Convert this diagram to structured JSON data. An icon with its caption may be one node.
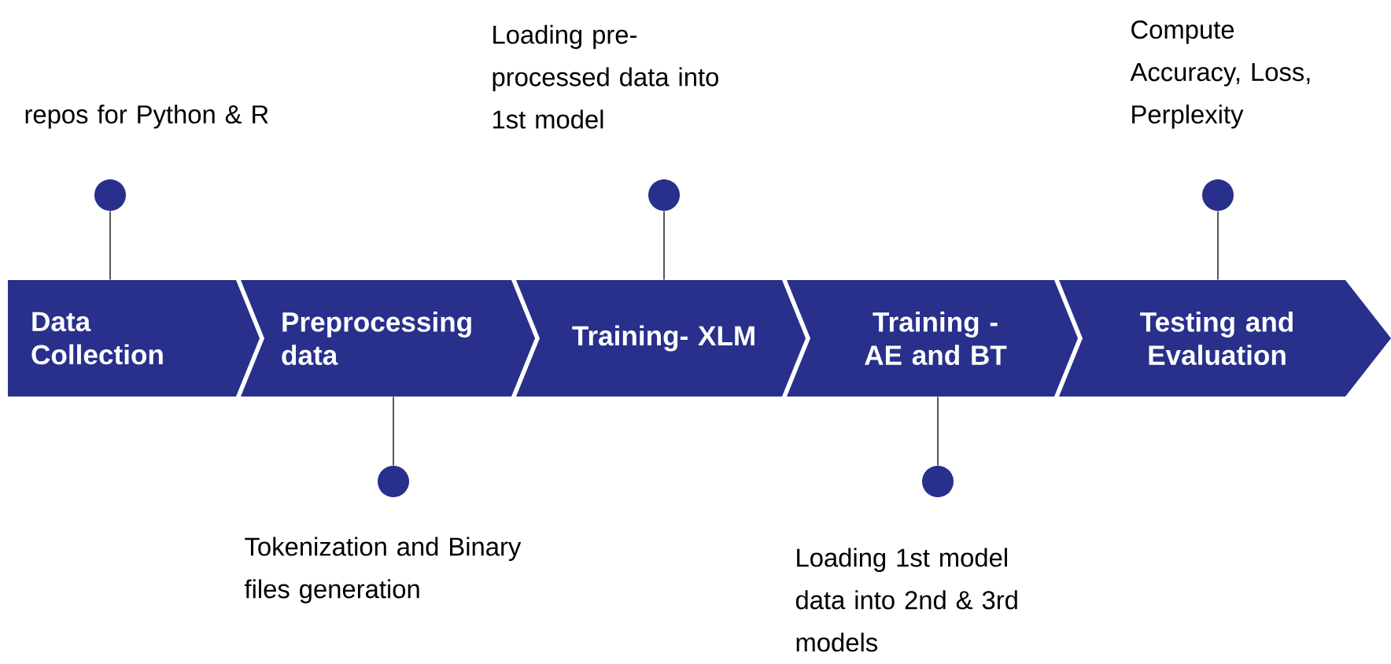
{
  "diagram": {
    "nodes": [
      {
        "text": [
          "Data Collection"
        ]
      },
      {
        "text": [
          "Preprocessing data"
        ]
      },
      {
        "text": [
          "Training- XLM"
        ]
      },
      {
        "text": [
          "Training - AE and BT"
        ]
      },
      {
        "text": [
          "Testing and Evaluation"
        ]
      },
      {
        "text": [],
        "shape": "circle",
        "beside": [
          "repos for Python & R"
        ]
      },
      {
        "text": [],
        "shape": "circle",
        "beside": [
          "Tokenization and Binary files generation"
        ]
      },
      {
        "text": [],
        "shape": "circle",
        "beside": [
          "Loading pre-processed data into 1st model"
        ]
      },
      {
        "text": [],
        "shape": "circle",
        "beside": [
          "Loading 1st model data into 2nd & 3rd models"
        ]
      },
      {
        "text": [],
        "shape": "circle",
        "beside": [
          "Compute Accuracy, Loss, Perplexity"
        ]
      }
    ],
    "edges": [
      {
        "from": 5,
        "to": 0,
        "arrow": "none"
      },
      {
        "from": 6,
        "to": 1,
        "arrow": "none"
      },
      {
        "from": 7,
        "to": 2,
        "arrow": "none"
      },
      {
        "from": 8,
        "to": 3,
        "arrow": "none"
      },
      {
        "from": 9,
        "to": 4,
        "arrow": "none"
      }
    ]
  }
}
